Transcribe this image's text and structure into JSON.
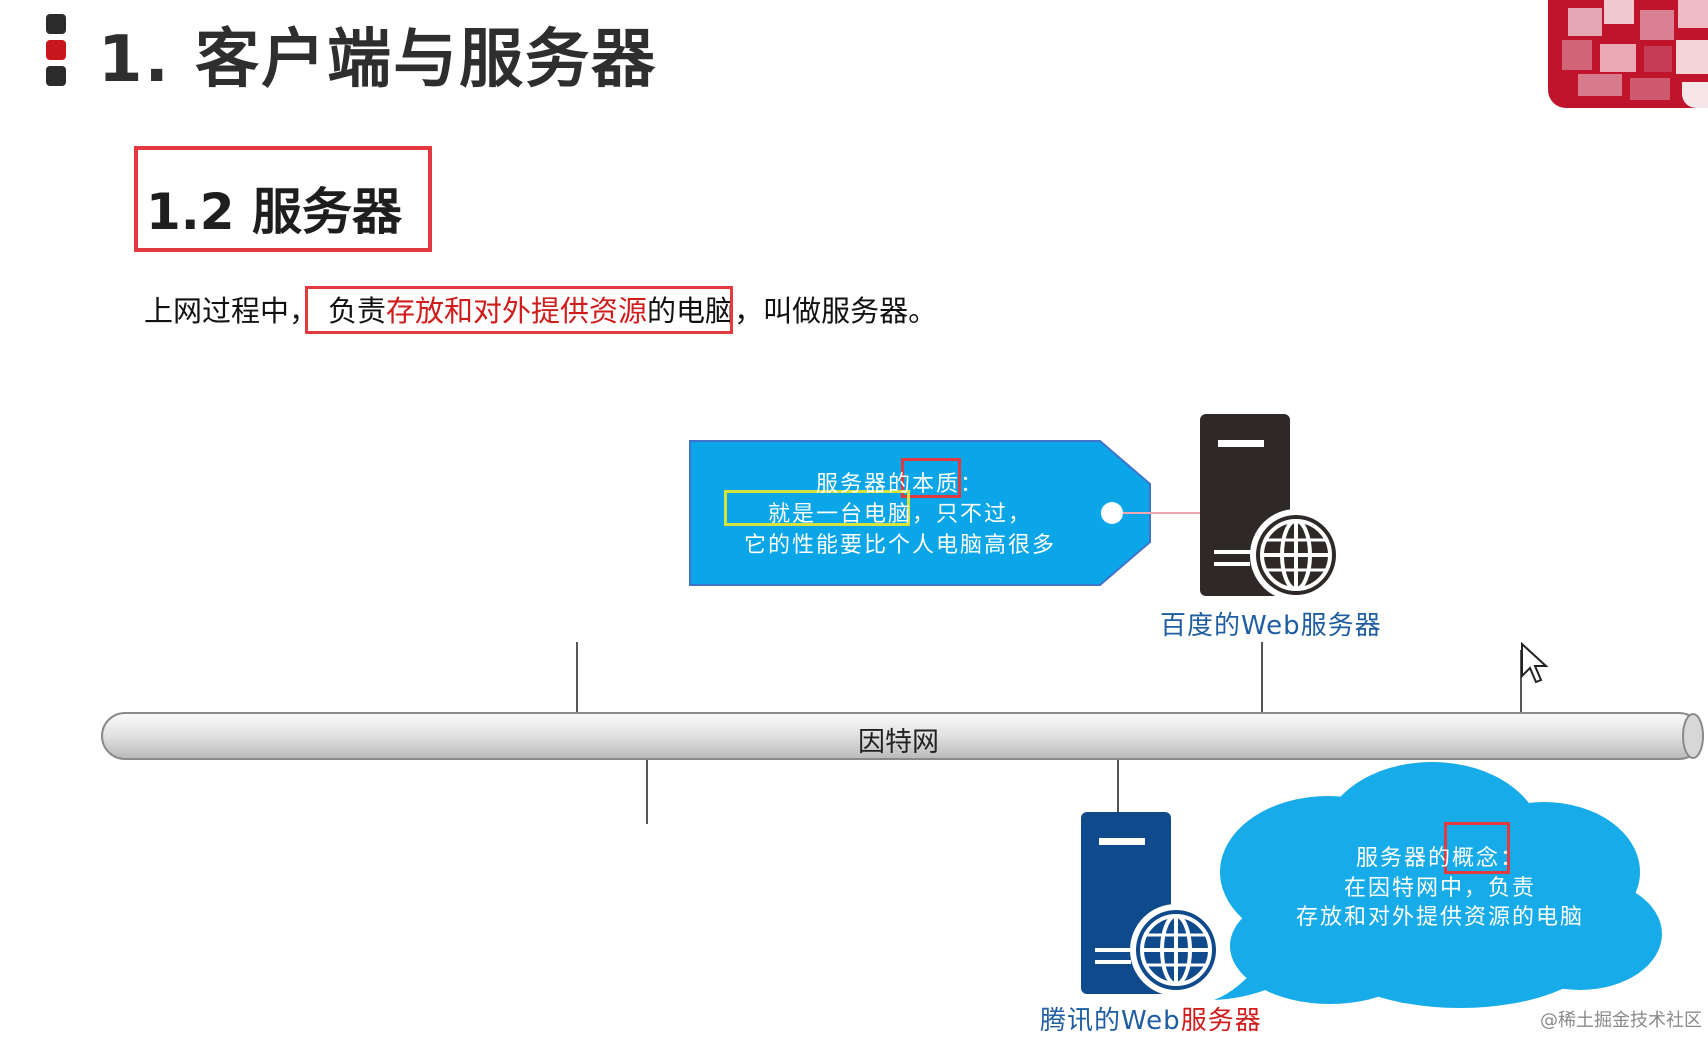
{
  "page_title": "1. 客户端与服务器",
  "section_title": "1.2 服务器",
  "definition": {
    "prefix": "上网过程中，",
    "boxed_black_1": "负责",
    "boxed_red": "存放和对外提供资源",
    "boxed_black_2": "的电脑",
    "suffix": "，叫做服务器。"
  },
  "tag": {
    "line1_prefix": "服务器的",
    "line1_highlight": "本质",
    "line1_suffix": "：",
    "line2_highlight": "就是一台电脑",
    "line2_suffix": "，只不过，",
    "line3": "它的性能要比个人电脑高很多"
  },
  "baidu_server_label": "百度的Web服务器",
  "internet_label": "因特网",
  "cloud": {
    "line1_prefix": "服务器的",
    "line1_highlight": "概念",
    "line1_suffix": "：",
    "line2": "在因特网中，负责",
    "line3": "存放和对外提供资源的电脑"
  },
  "tencent_server_label": {
    "prefix": "腾讯的Web",
    "red": "服务器"
  },
  "watermark": "@稀土掘金技术社区",
  "colors": {
    "highlight_red": "#e23a3f",
    "tag_blue": "#0aa6e8",
    "cloud_blue": "#17ace9",
    "server_dark": "#2e2826",
    "server_blue": "#0f4a8c",
    "label_blue": "#1f5da3",
    "title_red_marker": "#c8161d"
  },
  "icons": [
    "globe-icon",
    "cursor-arrow-icon",
    "server-tower-icon"
  ]
}
